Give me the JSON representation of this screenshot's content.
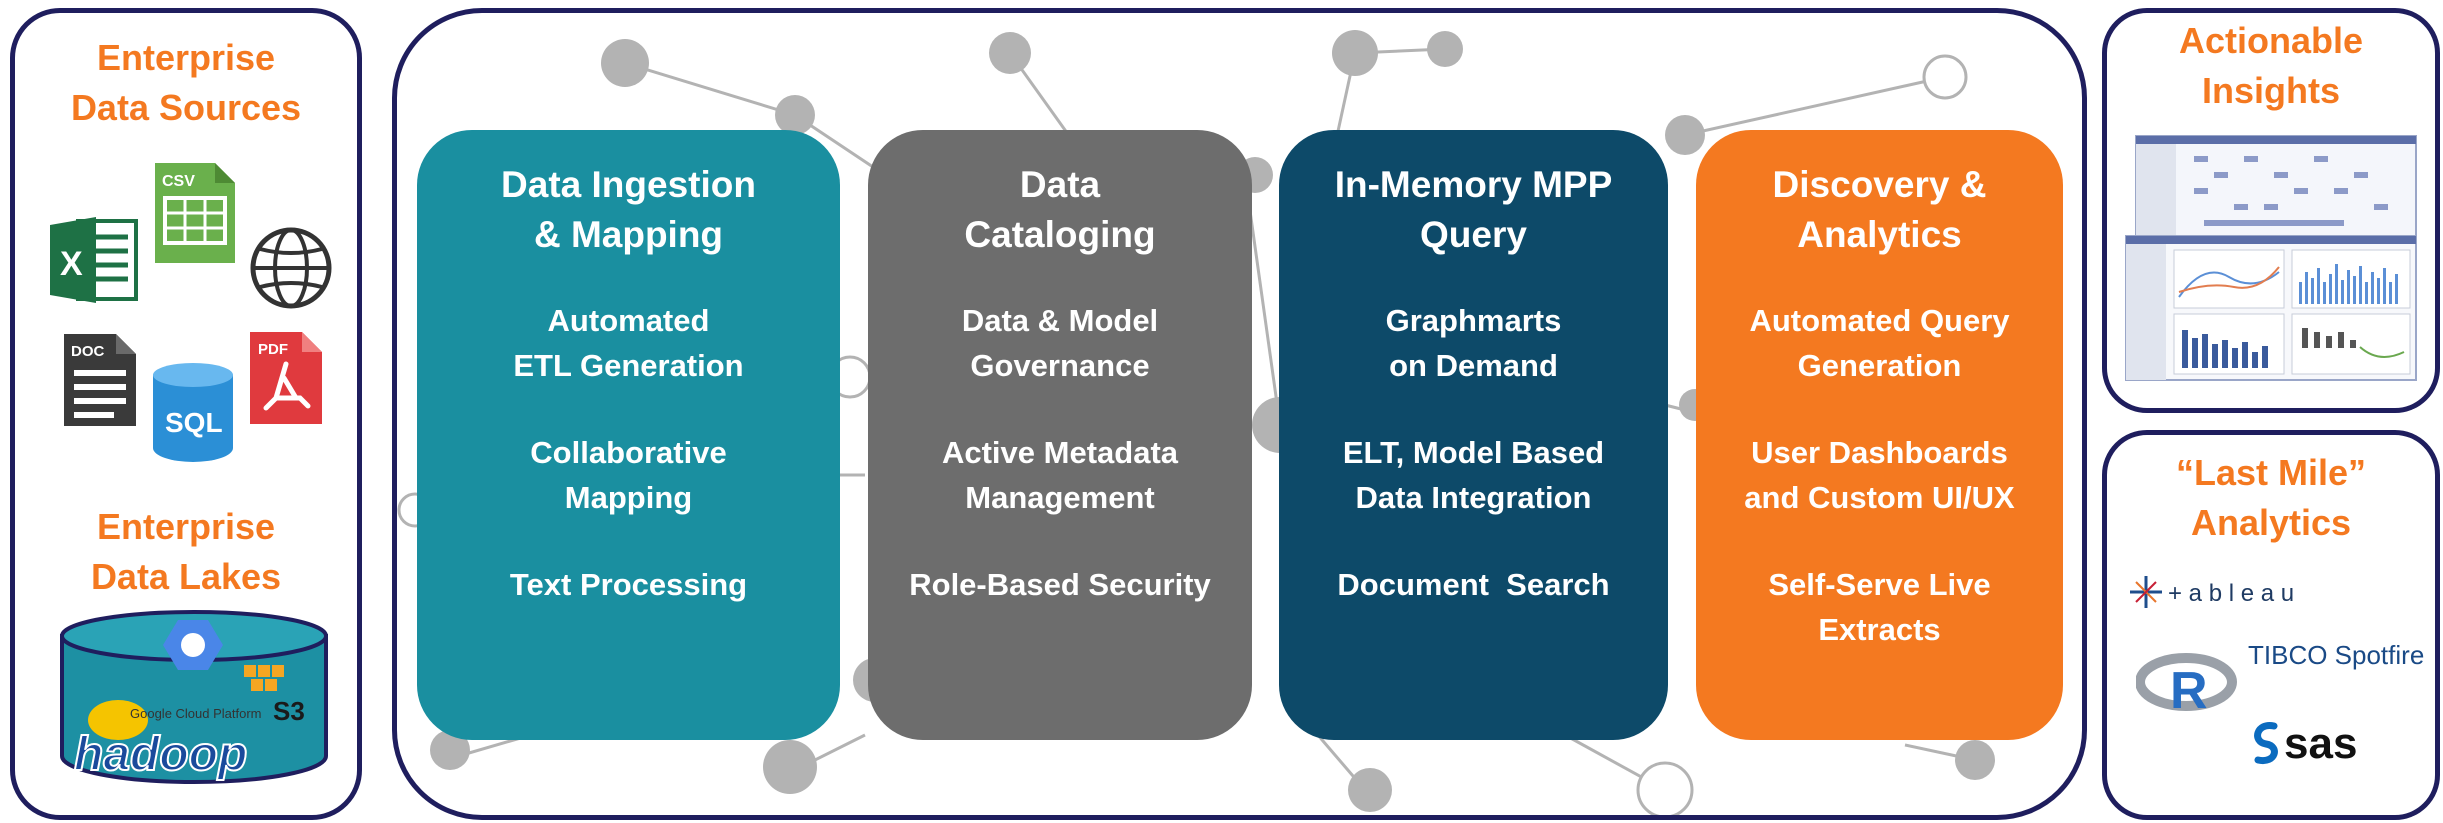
{
  "left": {
    "sources_heading": [
      "Enterprise",
      "Data Sources"
    ],
    "lakes_heading": [
      "Enterprise",
      "Data Lakes"
    ],
    "file_icons": [
      {
        "name": "csv-file-icon",
        "label": "CSV",
        "color": "#6ab04c"
      },
      {
        "name": "excel-file-icon",
        "label": "X",
        "color": "#1e7145"
      },
      {
        "name": "globe-icon"
      },
      {
        "name": "doc-file-icon",
        "label": "DOC",
        "color": "#3a3a3a"
      },
      {
        "name": "sql-database-icon",
        "label": "SQL",
        "color": "#2b8fd6"
      },
      {
        "name": "pdf-file-icon",
        "label": "PDF",
        "color": "#e03a3e"
      }
    ],
    "lake_logos": {
      "hadoop": "hadoop",
      "s3": "S3",
      "cloud": "Google Cloud Platform"
    }
  },
  "stages": [
    {
      "title": [
        "Data Ingestion",
        "& Mapping"
      ],
      "items": [
        [
          "Automated",
          "ETL Generation"
        ],
        [
          "Collaborative",
          "Mapping"
        ],
        [
          "Text Processing"
        ]
      ],
      "color": "#1a8fa0"
    },
    {
      "title": [
        "Data",
        "Cataloging"
      ],
      "items": [
        [
          "Data & Model",
          "Governance"
        ],
        [
          "Active Metadata",
          "Management"
        ],
        [
          "Role-Based Security"
        ]
      ],
      "color": "#6d6d6d"
    },
    {
      "title": [
        "In-Memory MPP",
        "Query"
      ],
      "items": [
        [
          "Graphmarts",
          "on Demand"
        ],
        [
          "ELT, Model Based",
          "Data Integration"
        ],
        [
          "Document  Search"
        ]
      ],
      "color": "#0d4a69"
    },
    {
      "title": [
        "Discovery &",
        "Analytics"
      ],
      "items": [
        [
          "Automated Query",
          "Generation"
        ],
        [
          "User Dashboards",
          "and Custom UI/UX"
        ],
        [
          "Self-Serve Live",
          "Extracts"
        ]
      ],
      "color": "#f47920"
    }
  ],
  "right": {
    "insights_heading": [
      "Actionable",
      "Insights"
    ],
    "last_mile_heading": [
      "“Last Mile”",
      "Analytics"
    ],
    "logos": {
      "tableau": "+ a b l e a u",
      "tibco": "TIBCO Spotfire",
      "r": "R",
      "sas": "sas"
    }
  },
  "colors": {
    "border": "#1f1e5e",
    "accent": "#f47920",
    "network": "#b3b3b3"
  }
}
